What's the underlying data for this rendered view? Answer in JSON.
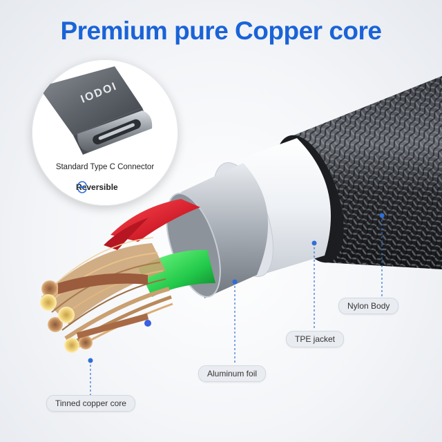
{
  "headline": "Premium pure Copper core",
  "inset": {
    "connector_brand": "IODOI",
    "caption": "Standard Type C Connector",
    "reversible_label": "Reversible"
  },
  "callouts": {
    "nylon_body": "Nylon Body",
    "tpe_jacket": "TPE jacket",
    "aluminum_foil": "Aluminum foil",
    "tinned_copper_core": "Tinned copper core"
  },
  "colors": {
    "headline": "#1a63d8",
    "leader_line": "#2f6fd6",
    "tag_background": "#e9ecf1",
    "red_wire": "#d8232f",
    "green_wire": "#2fd14f",
    "copper": "#b9865a"
  }
}
